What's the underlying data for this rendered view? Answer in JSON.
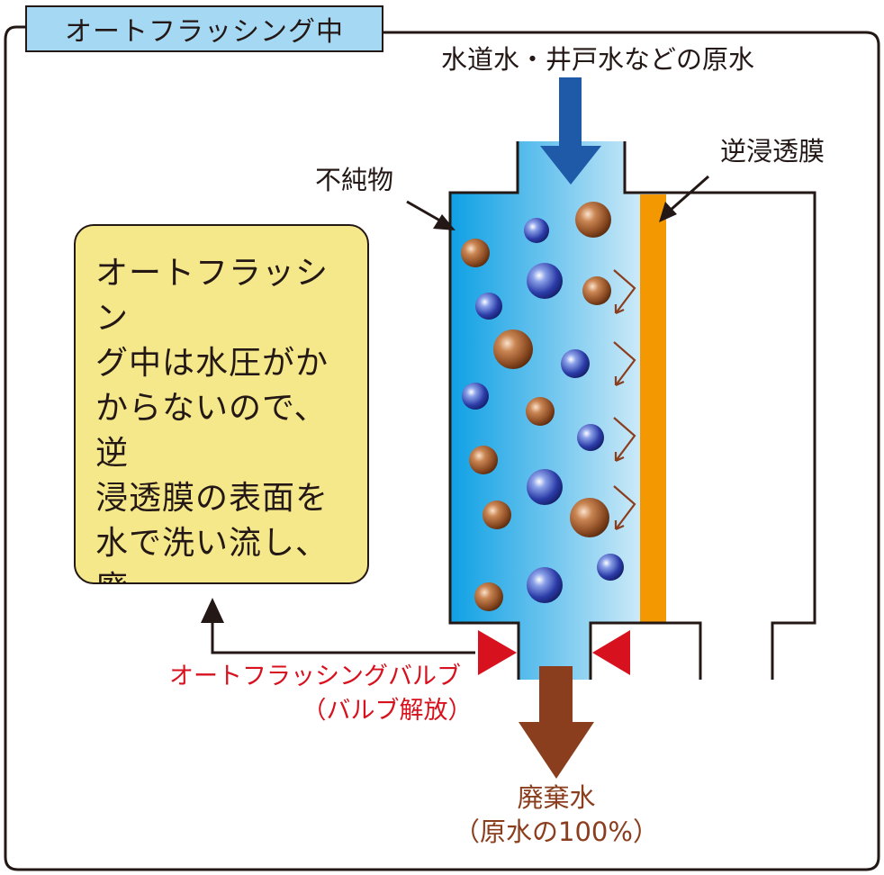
{
  "title": "オートフラッシング中",
  "labels": {
    "source_water": "水道水・井戸水などの原水",
    "ro_membrane": "逆浸透膜",
    "impurities": "不純物",
    "valve_name": "オートフラッシングバルブ",
    "valve_state": "（バルブ解放）",
    "waste_water": "廃棄水",
    "waste_ratio": "（原水の100%）"
  },
  "explanation": "オートフラッシン\nグ中は水圧がか\nからないので、逆\n浸透膜の表面を\n水で洗い流し、廃\n棄水として排出\nします",
  "colors": {
    "title_bg": "#a5d8f3",
    "box_bg": "#f5e88a",
    "inflow_arrow": "#1e5aa8",
    "waste_arrow": "#8b3e1d",
    "membrane": "#f39800",
    "valve": "#d7121e",
    "water_dark": "#1a9ee0",
    "water_light": "#e4f3fb"
  }
}
